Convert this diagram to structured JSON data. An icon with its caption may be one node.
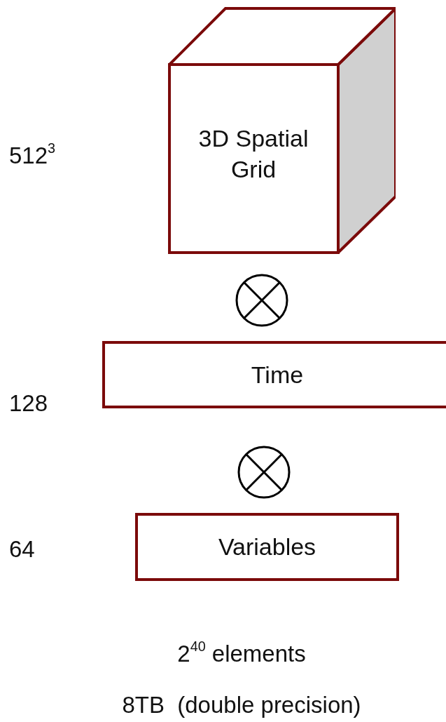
{
  "diagram": {
    "nodes": [
      {
        "text": [
          "3D Spatial Grid"
        ]
      },
      {
        "text": [
          "Time"
        ]
      },
      {
        "text": [
          "Variables"
        ]
      }
    ],
    "labels": [
      "512$^{3}$",
      "128",
      "64",
      "2$^{40}$ elements",
      "8TB  (double precision)"
    ]
  }
}
